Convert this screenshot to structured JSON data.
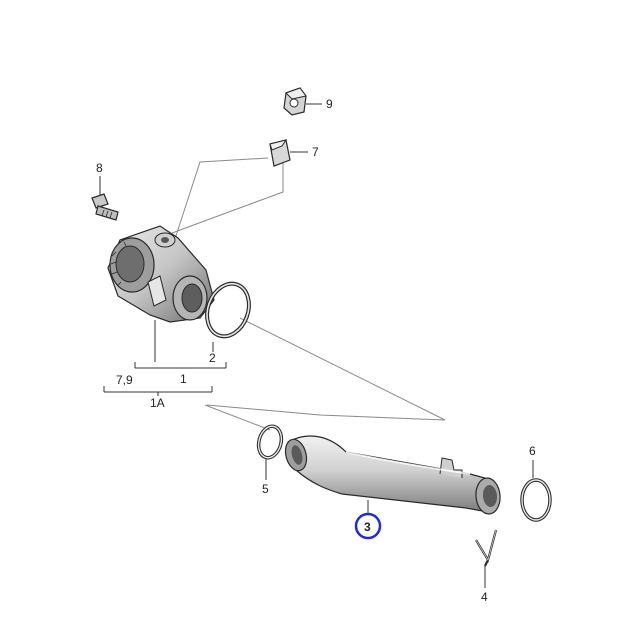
{
  "diagram": {
    "callouts": {
      "c9": "9",
      "c7": "7",
      "c8": "8",
      "c2": "2",
      "c1": "1",
      "c79": "7,9",
      "c1a": "1A",
      "c5": "5",
      "c3": "3",
      "c6": "6",
      "c4": "4"
    },
    "highlight_color": "#1f2bd6",
    "part_fill": "#d9d9d9",
    "part_shade": "#8c8c8c"
  }
}
